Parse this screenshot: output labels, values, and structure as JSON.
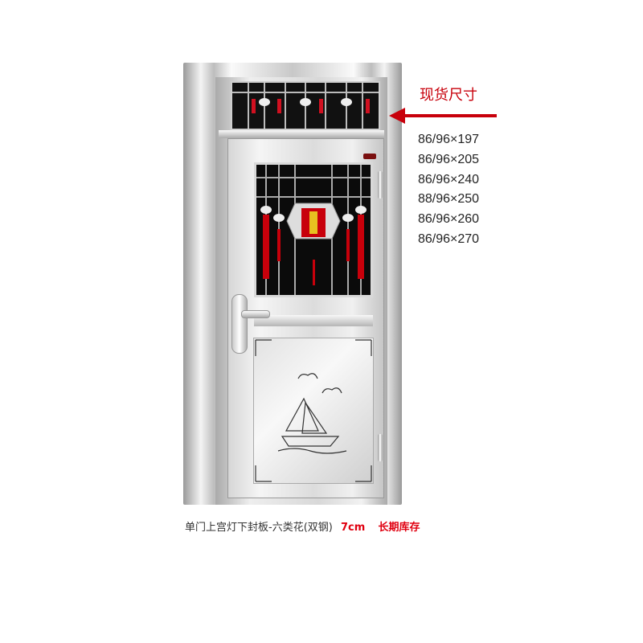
{
  "callout": {
    "title": "现货尺寸"
  },
  "sizes": [
    "86/96×197",
    "86/96×205",
    "86/96×240",
    "88/96×250",
    "86/96×260",
    "86/96×270"
  ],
  "caption": {
    "name": "单门上宫灯下封板-六类花(双钢)",
    "thickness": "7cm",
    "stock": "长期库存"
  },
  "colors": {
    "accent": "#c8000b",
    "glass": "#0b0b0b",
    "steel": "#dcdcdc"
  }
}
